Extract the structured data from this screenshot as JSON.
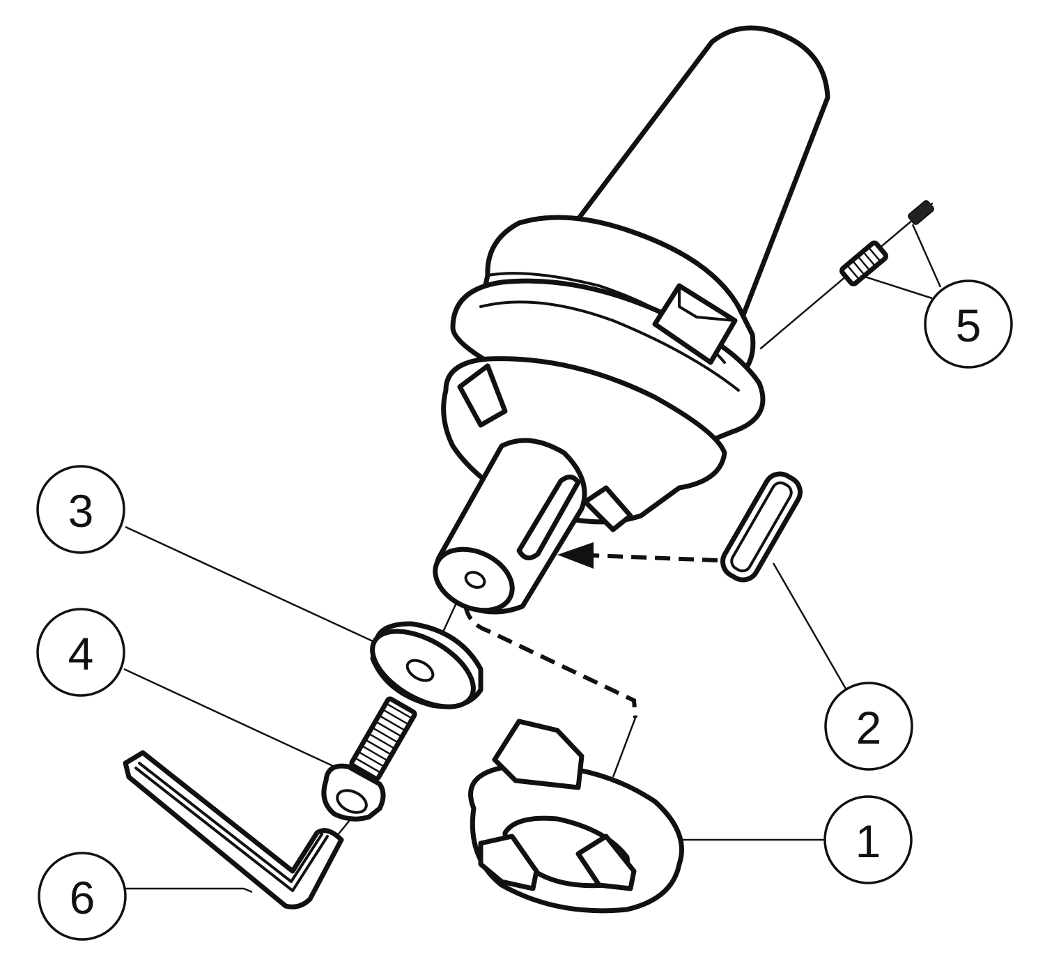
{
  "callouts": [
    {
      "id": "1",
      "label": "1"
    },
    {
      "id": "2",
      "label": "2"
    },
    {
      "id": "3",
      "label": "3"
    },
    {
      "id": "4",
      "label": "4"
    },
    {
      "id": "5",
      "label": "5"
    },
    {
      "id": "6",
      "label": "6"
    }
  ],
  "colors": {
    "ink": "#111111",
    "paper": "#ffffff"
  }
}
